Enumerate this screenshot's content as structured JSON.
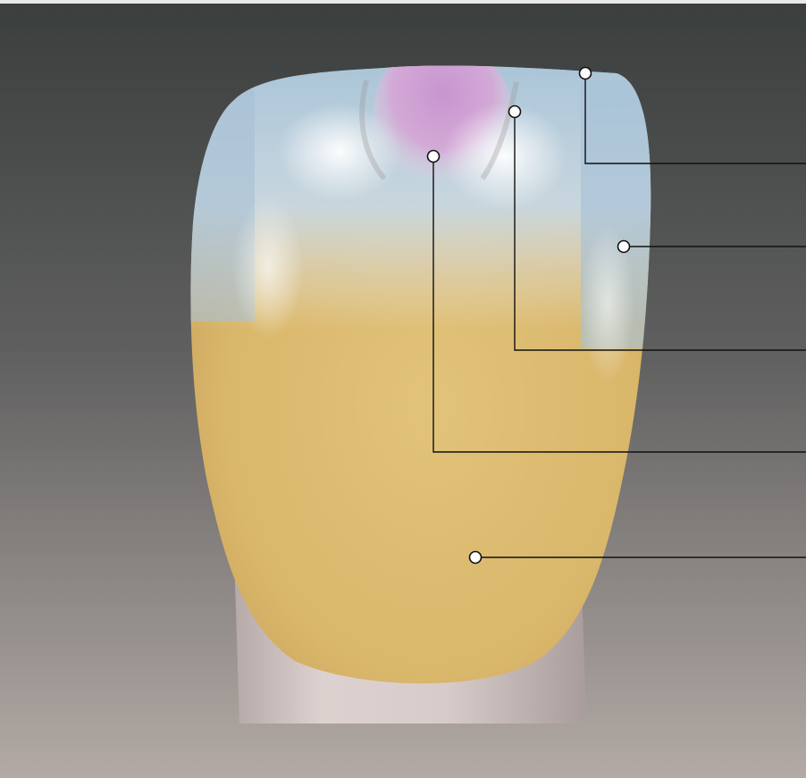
{
  "figure": {
    "kind": "tooth shade-layering diagram",
    "colors": {
      "background_top": "#3b3f3e",
      "background_bottom": "#b1a8a3",
      "incisal_blue": "#a9c3d6",
      "mamelon_violet": "#c9a1cf",
      "body_yellow": "#dfbc6e",
      "translucent_white": "#f4efe8",
      "leader_line": "#111111"
    },
    "callouts": [
      {
        "name": "callout-incisal-edge",
        "label": ""
      },
      {
        "name": "callout-blue-translucent",
        "label": ""
      },
      {
        "name": "callout-white-effect",
        "label": ""
      },
      {
        "name": "callout-violet-mamelon",
        "label": ""
      },
      {
        "name": "callout-body-dentin",
        "label": ""
      }
    ]
  }
}
